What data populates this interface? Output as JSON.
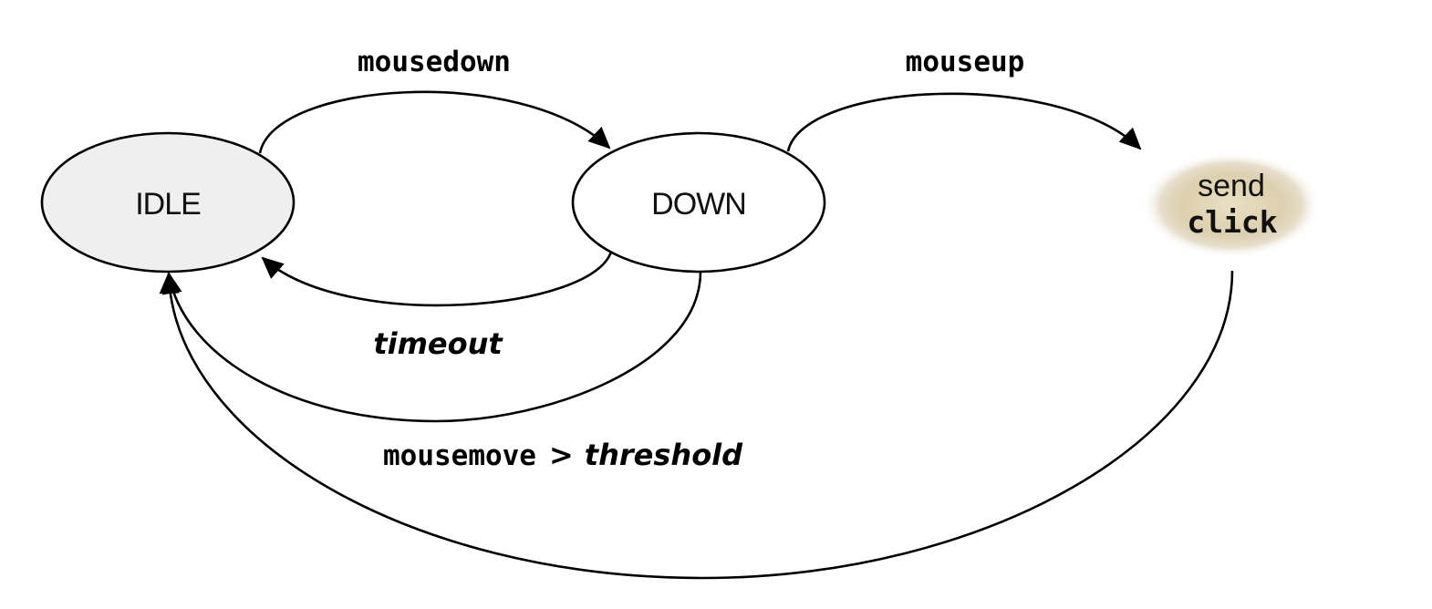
{
  "colors": {
    "idle_fill": "#efefef",
    "down_fill": "#ffffff",
    "send_glow": "#c8b78e",
    "stroke": "#000000"
  },
  "states": {
    "idle": {
      "label": "IDLE"
    },
    "down": {
      "label": "DOWN"
    },
    "send_click": {
      "line1": "send",
      "line2": "click"
    }
  },
  "transitions": {
    "mousedown": {
      "label": "mousedown"
    },
    "mouseup": {
      "label": "mouseup"
    },
    "timeout": {
      "label": "timeout"
    },
    "mousemove": {
      "label": "mousemove",
      "operator": ">",
      "threshold": "threshold"
    }
  }
}
